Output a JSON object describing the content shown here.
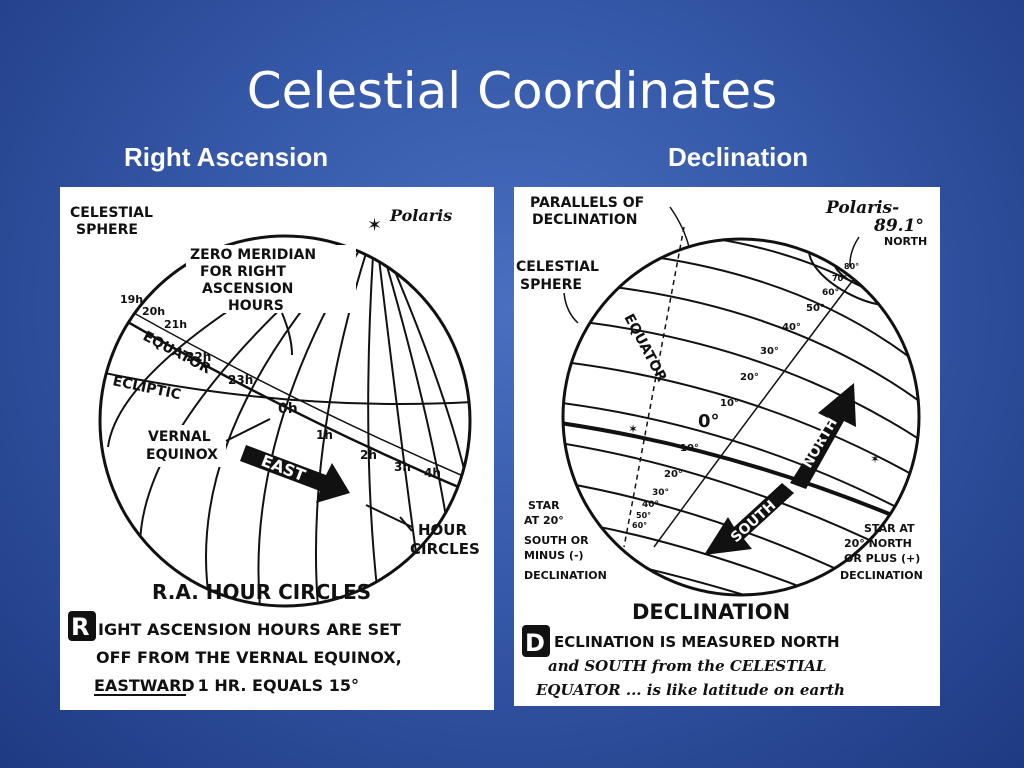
{
  "slide": {
    "title": "Celestial Coordinates",
    "left_heading": "Right Ascension",
    "right_heading": "Declination"
  },
  "ra_panel": {
    "labels": {
      "celestial_sphere_1": "CELESTIAL",
      "celestial_sphere_2": "SPHERE",
      "polaris": "Polaris",
      "zero_meridian_1": "ZERO MERIDIAN",
      "zero_meridian_2": "FOR RIGHT",
      "zero_meridian_3": "ASCENSION",
      "zero_meridian_4": "HOURS",
      "equator": "EQUATOR",
      "ecliptic": "ECLIPTIC",
      "vernal_1": "VERNAL",
      "vernal_2": "EQUINOX",
      "east": "EAST",
      "hour_circles_1": "HOUR",
      "hour_circles_2": "CIRCLES"
    },
    "hours": [
      "19h",
      "20h",
      "21h",
      "22h",
      "23h",
      "0h",
      "1h",
      "2h",
      "3h",
      "4h"
    ],
    "caption_title": "R.A. HOUR CIRCLES",
    "caption_line1": "IGHT ASCENSION HOURS ARE SET",
    "caption_initial": "R",
    "caption_line2": "OFF FROM THE VERNAL EQUINOX,",
    "caption_line3a": "EASTWARD",
    "caption_line3b": ". 1 HR. EQUALS 15°"
  },
  "dec_panel": {
    "labels": {
      "parallels_1": "PARALLELS OF",
      "parallels_2": "DECLINATION",
      "polaris_1": "Polaris-",
      "polaris_2": "89.1°",
      "polaris_3": "NORTH",
      "celestial_1": "CELESTIAL",
      "celestial_2": "SPHERE",
      "equator": "EQUATOR",
      "zero": "0°",
      "north": "NORTH",
      "south": "SOUTH",
      "star_south_1": "STAR",
      "star_south_2": "AT 20°",
      "star_south_3": "SOUTH OR",
      "star_south_4": "MINUS (-)",
      "star_south_5": "DECLINATION",
      "star_north_1": "STAR AT",
      "star_north_2": "20° NORTH",
      "star_north_3": "OR PLUS (+)",
      "star_north_4": "DECLINATION"
    },
    "north_degrees": [
      "10°",
      "20°",
      "30°",
      "40°",
      "50°",
      "60°",
      "70°",
      "80°"
    ],
    "south_degrees": [
      "10°",
      "20°",
      "30°",
      "40°",
      "50°",
      "60°"
    ],
    "caption_title": "DECLINATION",
    "caption_initial": "D",
    "caption_line1": "ECLINATION IS MEASURED NORTH",
    "caption_line2": "and SOUTH from the CELESTIAL",
    "caption_line3": "EQUATOR ... is like latitude on earth"
  }
}
